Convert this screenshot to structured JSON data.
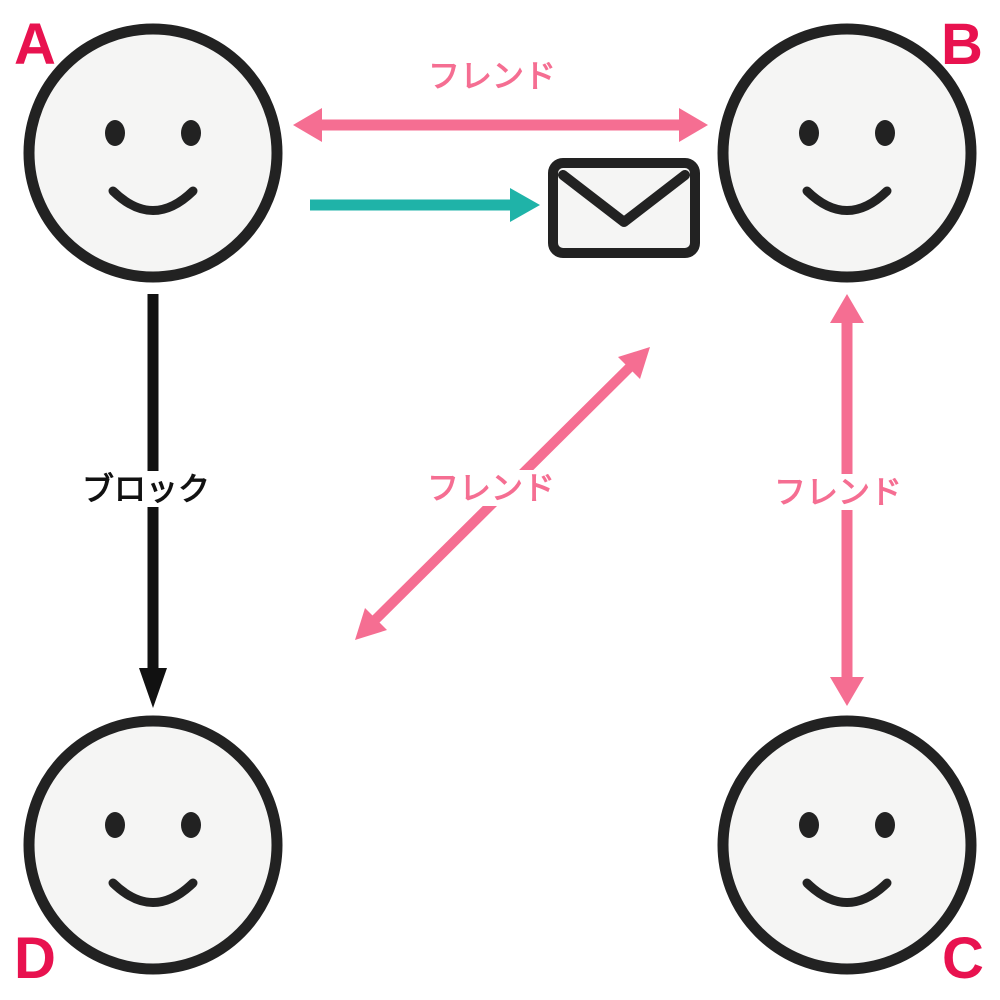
{
  "colors": {
    "friend": "#f56e92",
    "message": "#1fb3a8",
    "block": "#111111",
    "node_label": "#e8124f",
    "face_fill": "#f5f5f4",
    "face_stroke": "#222222"
  },
  "nodes": {
    "a": {
      "label": "A"
    },
    "b": {
      "label": "B"
    },
    "c": {
      "label": "C"
    },
    "d": {
      "label": "D"
    }
  },
  "edges": {
    "ab_friend": {
      "label": "フレンド",
      "type": "friend"
    },
    "bc_friend": {
      "label": "フレンド",
      "type": "friend"
    },
    "diag_friend": {
      "label": "フレンド",
      "type": "friend"
    },
    "ad_block": {
      "label": "ブロック",
      "type": "block"
    },
    "a_message": {
      "type": "message",
      "icon": "envelope-icon"
    }
  }
}
